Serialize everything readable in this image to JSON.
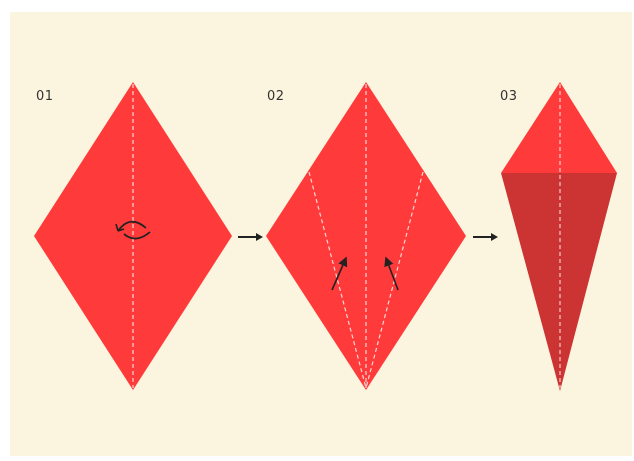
{
  "colors": {
    "background": "#fbf4de",
    "paper_red": "#ff3a3a",
    "paper_dark_red": "#cc3333",
    "fold_line": "#ffe6e6",
    "arrow": "#222222"
  },
  "steps": [
    {
      "label": "01",
      "action_icon": "flip-over-icon"
    },
    {
      "label": "02",
      "action_icon": "fold-up-arrows-icon"
    },
    {
      "label": "03",
      "action_icon": "none"
    }
  ],
  "connectors": [
    {
      "icon": "right-arrow-icon"
    },
    {
      "icon": "right-arrow-icon"
    }
  ]
}
